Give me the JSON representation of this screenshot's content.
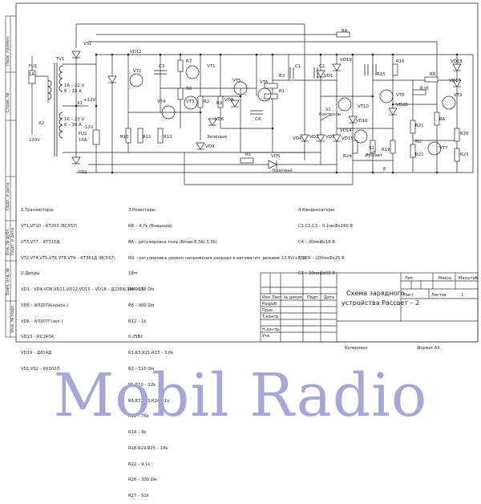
{
  "side_stamps": [
    "Перв. примен.",
    "Справ. №",
    "Подп. и дата",
    "Инв. № дубл.",
    "Взам. инв. №",
    "Подп. и дата",
    "Инв. № подл."
  ],
  "components": {
    "FU1": "FU1",
    "FU1_rating": "1A",
    "TV1": "TV1",
    "VS1": "VS1",
    "VS2": "VS2",
    "X1": "X1",
    "X2": "X2",
    "voltage_220": "220V",
    "winding1": "16 – 22 V\n6 – 10 A",
    "winding2": "16 – 22 V\n6 – 10 A",
    "FU2": "FU2",
    "FU2_rating": "10A",
    "plus12": "+12V",
    "minus12": "-12V",
    "VD12": "VD12",
    "VT2": "VT2",
    "C3": "C3",
    "R7": "R7",
    "VT1": "VT1",
    "R6": "R6",
    "VT4": "VT4",
    "VT3": "VT3",
    "R2": "R2",
    "R3": "R3",
    "R1": "R1",
    "VD6": "VD6",
    "VD8": "VD8",
    "VT5": "VT5",
    "VT6": "VT6",
    "C4": "C4",
    "R10": "R10",
    "R11": "R11",
    "R13": "R13",
    "VD9": "VD9",
    "green": "Зеленый",
    "R5": "R5",
    "VD5": "VD5",
    "red": "Красный",
    "VD4": "VD4",
    "C1": "C1",
    "C2": "C2",
    "VD1": "VD1",
    "VD19": "VD19",
    "VD2": "VD2",
    "VD3": "VD3",
    "S1": "S1",
    "kontrol": "Контроль",
    "VT10": "VT10",
    "VD16": "VD16",
    "VD14": "VD14",
    "VD15": "VD15",
    "R24": "R24",
    "S2": "S2",
    "auto": "Руч/авт",
    "b": "б",
    "R15": "R15",
    "R16": "R16",
    "VT8": "VT8",
    "VD28": "VD28",
    "R19": "R19",
    "R4": "R4",
    "RR": "RR",
    "R26": "R26",
    "VT9": "VT9",
    "R21": "R21",
    "RU": "RU",
    "VT7": "VT7",
    "RA": "RA",
    "R22": "R22",
    "R23": "R23",
    "R25": "R25",
    "VD18": "VD18",
    "VD17": "VD17",
    "R4top": "R4"
  },
  "notes": {
    "transistors": [
      "1.Транзисторы",
      "VT1,VT10 – КТ203 (BC557)",
      "VT3,VT7 – КТ315Д",
      "VT2,VT4,VT5,VT6,VT8,VT9 – КТ361Д (BC557)",
      "2.Диоды",
      "VD1 - VD4,VD8,VD11,VD12,VD15 – VD18 – Д226Б(1N4003)",
      "VD5 – АЛ307А(красн.)",
      "VD6 – АЛ307Г(зел.)",
      "VD13 – КС147А",
      "VD19 – Д814Д",
      "VS1,VS2 – КУ202Л"
    ],
    "resistors": [
      "3.Резисторы",
      "RR – 4,7k (Внешний)",
      "RA – регулировка тока (8max-6,3A/-3,3k)",
      "RU – регулировка уровня напряжения разряда в автоматич. режиме 13,9V/+3,3k",
      "18m",
      "R4 – 150 Ом",
      "R8 – 300 Ом",
      "R12 – 1k",
      "0.25Вт",
      "R1,R3,R21,R23 – 3,6k",
      "R2 – 510 Ом",
      "R5,R10 – 22k",
      "R6,R7,R13,R24 – 1k",
      "R11 – 75k",
      "R14 – 3k",
      "R18,R19,R25 – 10k",
      "R22 – 9,1k",
      "R26 – 300 Ом",
      "R27 – 51k"
    ],
    "capacitors": [
      "4.Конденсаторы",
      "C1,C2,C3 – 0,1мкФх160 В",
      "C4 – 20мкФх16 В",
      "C5,C6 – 100мкФх25 В",
      "C7 – 20мкФх50 В"
    ]
  },
  "title_block": {
    "title": "Схема зарядного устройства Рассвет – 2",
    "columns": [
      "Изм",
      "Лист",
      "№ докум.",
      "Подп.",
      "Дата"
    ],
    "roles": [
      "Разраб.",
      "Пров.",
      "Т.контр.",
      "",
      "Н.контр.",
      "Утв."
    ],
    "lit": "Лит.",
    "mass": "Масса",
    "scale": "Масштаб",
    "sheet": "Лист",
    "sheets": "Листов",
    "sheets_count": "1",
    "copied": "Копировал",
    "format": "Формат А3"
  },
  "watermark": "Mobil Radio"
}
